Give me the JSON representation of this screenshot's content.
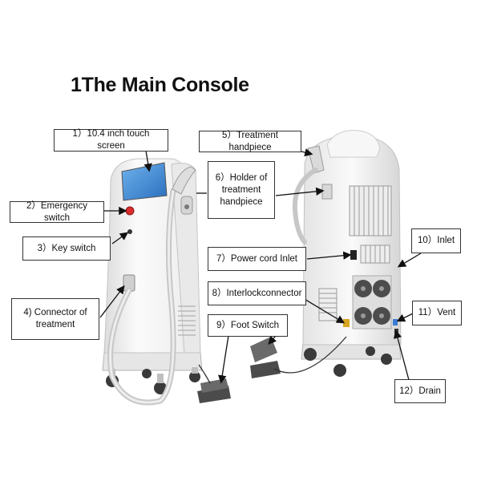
{
  "title": "1The Main Console",
  "labels": [
    "1）10.4 inch touch screen",
    "2）Emergency switch",
    "3）Key switch",
    "4) Connector of treatment",
    "5）Treatment handpiece",
    "6）Holder of treatment handpiece",
    "7）Power cord Inlet",
    "8）Interlockconnector",
    "9）Foot Switch",
    "10）Inlet",
    "11）Vent",
    "12）Drain"
  ],
  "colors": {
    "line": "#111111",
    "body": "#f2f2f2",
    "screen": "#3e8bd8",
    "button": "#d92b2b"
  }
}
